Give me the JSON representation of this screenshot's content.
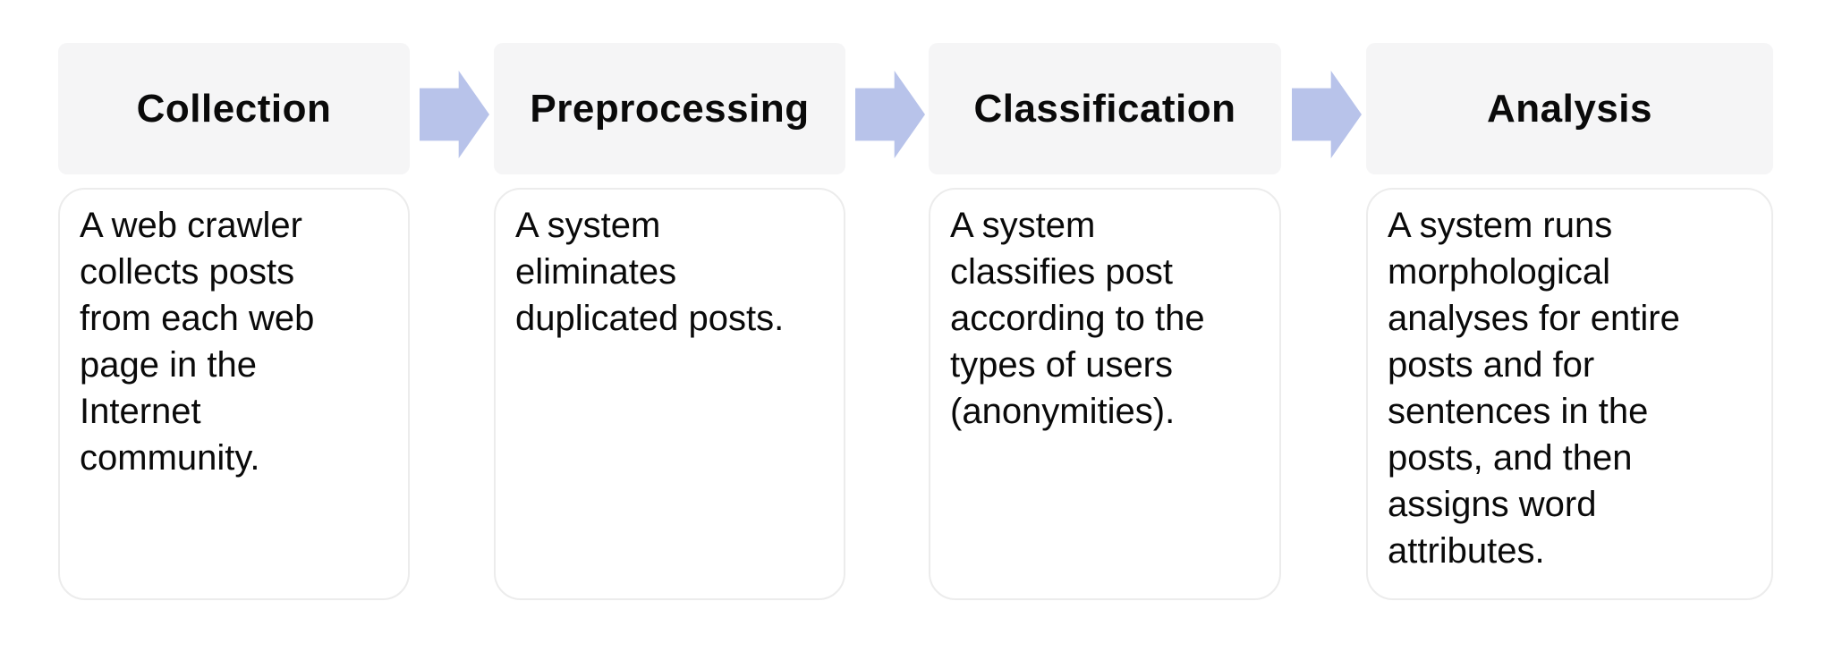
{
  "diagram": {
    "type": "process-flow",
    "direction": "left-to-right",
    "stages": [
      {
        "title": "Collection",
        "description": [
          "A web crawler",
          "collects posts",
          "from each web",
          "page in the",
          "Internet",
          "community."
        ]
      },
      {
        "title": "Preprocessing",
        "description": [
          "A system",
          "eliminates",
          "duplicated posts."
        ]
      },
      {
        "title": "Classification",
        "description": [
          "A system",
          "classifies post",
          "according to the",
          "types of users",
          "(anonymities)."
        ]
      },
      {
        "title": "Analysis",
        "description": [
          "A system runs",
          "morphological",
          "analyses for entire",
          "posts and for",
          "sentences in the",
          "posts, and then",
          "assigns word",
          "attributes."
        ]
      }
    ],
    "connectors": [
      {
        "from": "Collection",
        "to": "Preprocessing",
        "shape": "block-arrow-right"
      },
      {
        "from": "Preprocessing",
        "to": "Classification",
        "shape": "block-arrow-right"
      },
      {
        "from": "Classification",
        "to": "Analysis",
        "shape": "block-arrow-right"
      }
    ],
    "colors": {
      "arrow": "#b8c3ea",
      "header_background": "#f5f5f6",
      "card_background": "#ffffff",
      "card_border": "#ececec",
      "text": "#0a0a0a",
      "page_background": "#ffffff"
    }
  }
}
